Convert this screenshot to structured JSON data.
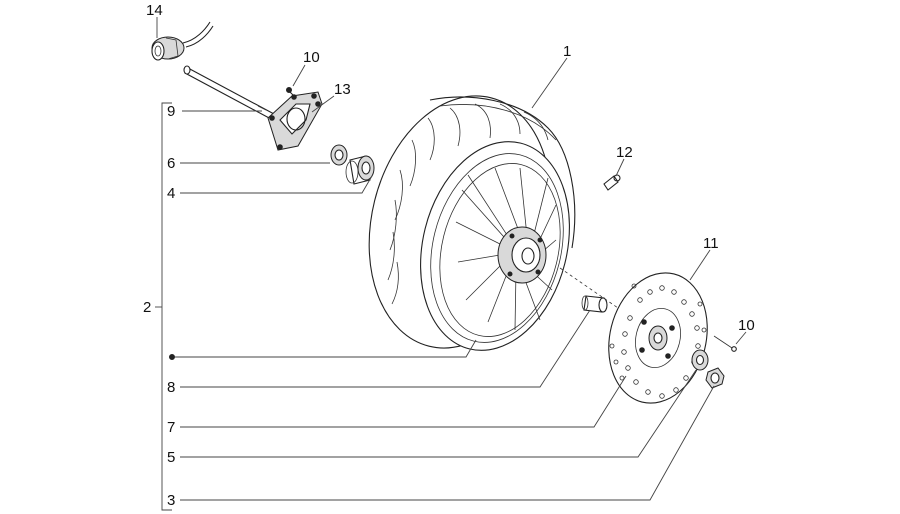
{
  "diagram": {
    "type": "exploded-parts-diagram",
    "colors": {
      "ink": "#222222",
      "background": "#ffffff"
    },
    "callouts": [
      {
        "id": "c1",
        "label": "1"
      },
      {
        "id": "c2",
        "label": "2"
      },
      {
        "id": "c3",
        "label": "3"
      },
      {
        "id": "c4",
        "label": "4"
      },
      {
        "id": "c5",
        "label": "5"
      },
      {
        "id": "c6",
        "label": "6"
      },
      {
        "id": "c7",
        "label": "7"
      },
      {
        "id": "c8",
        "label": "8"
      },
      {
        "id": "c9",
        "label": "9"
      },
      {
        "id": "c10a",
        "label": "10"
      },
      {
        "id": "c10b",
        "label": "10"
      },
      {
        "id": "c11",
        "label": "11"
      },
      {
        "id": "c12",
        "label": "12"
      },
      {
        "id": "c13",
        "label": "13"
      },
      {
        "id": "c14",
        "label": "14"
      }
    ],
    "parts": [
      {
        "id": "wheel-tire",
        "icon": "wheel-with-tire-icon"
      },
      {
        "id": "axle",
        "icon": "axle-shaft-icon"
      },
      {
        "id": "speedometer-drive",
        "icon": "speedometer-drive-icon"
      },
      {
        "id": "drive-flange",
        "icon": "flange-icon"
      },
      {
        "id": "bearing",
        "icon": "bearing-icon"
      },
      {
        "id": "seal",
        "icon": "oil-seal-icon"
      },
      {
        "id": "spacer",
        "icon": "spacer-bushing-icon"
      },
      {
        "id": "brake-disc",
        "icon": "brake-disc-icon"
      },
      {
        "id": "valve",
        "icon": "tire-valve-icon"
      },
      {
        "id": "screw",
        "icon": "screw-icon"
      },
      {
        "id": "nut",
        "icon": "nut-icon"
      },
      {
        "id": "washer",
        "icon": "washer-icon"
      }
    ]
  }
}
